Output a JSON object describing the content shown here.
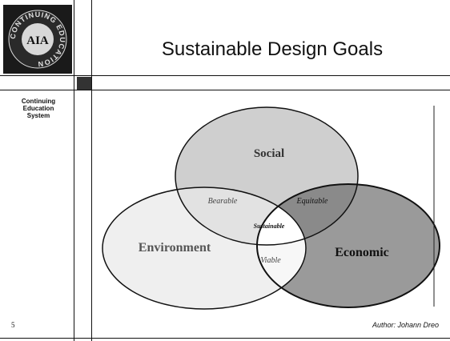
{
  "slide": {
    "title": "Sustainable Design Goals",
    "sidebar_caption": [
      "Continuing",
      "Education",
      "System"
    ],
    "page_number": "5",
    "author": "Author: Johann Dreo"
  },
  "logo": {
    "ring_text": "CONTINUING EDUCATION",
    "mark_text": "AIA"
  },
  "venn": {
    "circles": {
      "social": "Social",
      "environment": "Environment",
      "economic": "Economic"
    },
    "intersections": {
      "bearable": "Bearable",
      "equitable": "Equitable",
      "viable": "Viable",
      "sustainable": "Sustainable"
    }
  },
  "colors": {
    "social_fill": "#cfcfcf",
    "environment_fill": "#efefef",
    "economic_fill": "#9a9a9a",
    "equitable_fill": "#8a8a8a",
    "sustainable_fill": "#ffffff",
    "line": "#111111"
  }
}
